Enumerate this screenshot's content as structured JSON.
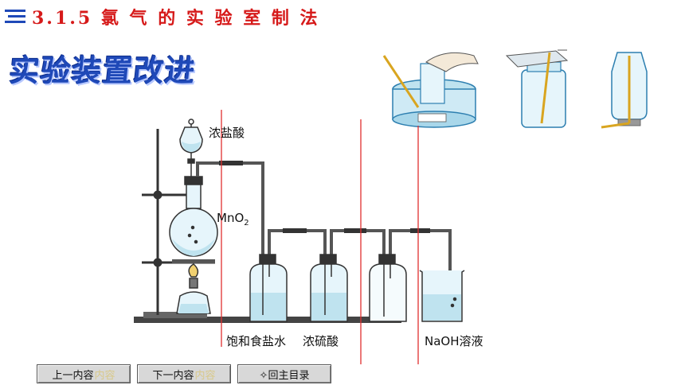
{
  "header": {
    "icon": "menu-lines-icon",
    "title": "3.1.5 氯 气 的 实 验 室 制 法"
  },
  "main_title": "实验装置改进",
  "labels": {
    "hcl": "浓盐酸",
    "mno2": "MnO",
    "mno2_sub": "2",
    "saturated_nacl": "饱和食盐水",
    "conc_h2so4": "浓硫酸",
    "naoh": "NaOH溶液"
  },
  "nav": {
    "prev": "上一内容",
    "prev_ghost": "内容",
    "next": "下一内容",
    "next_ghost": "内容",
    "home": "✧回主目录"
  },
  "colors": {
    "title_red": "#d61a1a",
    "title_blue": "#1f49b8",
    "divider_red": "#e03030",
    "liquid_blue": "#bfe3ef"
  }
}
